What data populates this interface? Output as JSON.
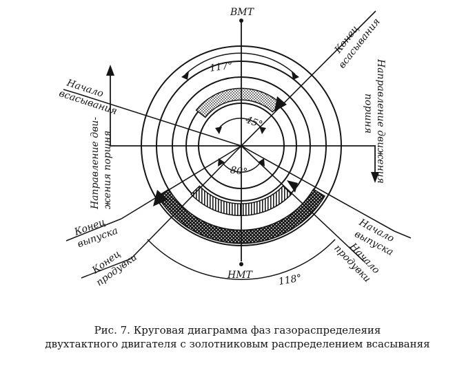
{
  "figure": {
    "top_label": "ВМТ",
    "bottom_label": "НМТ",
    "angle_top": "117°",
    "angle_inner_top": "45°",
    "angle_inner_bottom": "80°",
    "angle_bottom": "118°",
    "labels": {
      "intake_start": [
        "Начало",
        "всасывания"
      ],
      "intake_end": [
        "Конец",
        "всасывания"
      ],
      "exhaust_end": [
        "Конец",
        "выпуска"
      ],
      "purge_end": [
        "Конец",
        "продувки"
      ],
      "exhaust_start": [
        "Начало",
        "выпуска"
      ],
      "purge_start": [
        "Начало",
        "продувки"
      ],
      "piston_dir_left": [
        "Направление дви-",
        "жения поршня"
      ],
      "piston_dir_right": [
        "Направление движения",
        "поршня"
      ]
    }
  },
  "caption": {
    "line1": "Рис. 7. Круговая диаграмма фаз газораспределеяия",
    "line2": "двухтактного двигателя с золотниковым распределением всасываняя"
  }
}
